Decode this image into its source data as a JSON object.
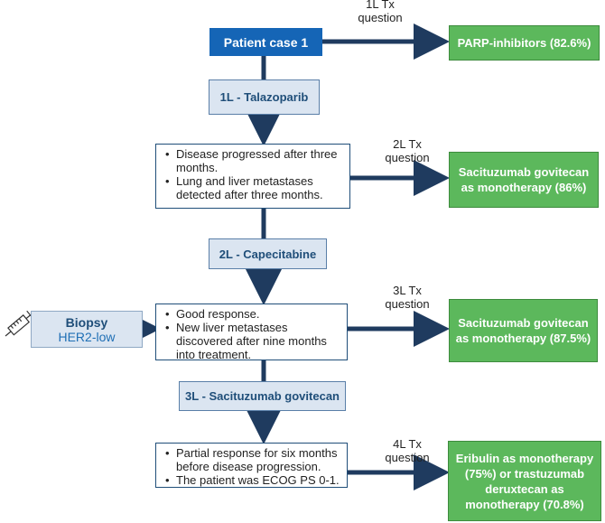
{
  "case": {
    "label": "Patient case 1"
  },
  "lines": [
    {
      "label": "1L - Talazoparib"
    },
    {
      "label": "2L - Capecitabine"
    },
    {
      "label": "3L - Sacituzumab govitecan"
    }
  ],
  "descriptions": [
    {
      "items": [
        "Disease progressed after three months.",
        "Lung and liver metastases detected after three months."
      ]
    },
    {
      "items": [
        "Good response.",
        "New liver metastases discovered after nine months into treatment."
      ]
    },
    {
      "items": [
        "Partial response for six months before disease progression.",
        "The patient was ECOG PS 0-1."
      ]
    }
  ],
  "questions": [
    {
      "line1": "1L Tx",
      "line2": "question",
      "answer": "PARP-inhibitors (82.6%)"
    },
    {
      "line1": "2L Tx",
      "line2": "question",
      "answer": "Sacituzumab govitecan as monotherapy (86%)"
    },
    {
      "line1": "3L Tx",
      "line2": "question",
      "answer": "Sacituzumab govitecan as monotherapy (87.5%)"
    },
    {
      "line1": "4L Tx",
      "line2": "question",
      "answer": "Eribulin as monotherapy (75%) or trastuzumab deruxtecan as monotherapy (70.8%)"
    }
  ],
  "biopsy": {
    "title": "Biopsy",
    "subtitle": "HER2-low",
    "icon": "syringe-icon"
  },
  "colors": {
    "case": "#1565b6",
    "line": "#dbe5f1",
    "answer": "#5cb85c",
    "arrow": "#1f3b5f"
  }
}
